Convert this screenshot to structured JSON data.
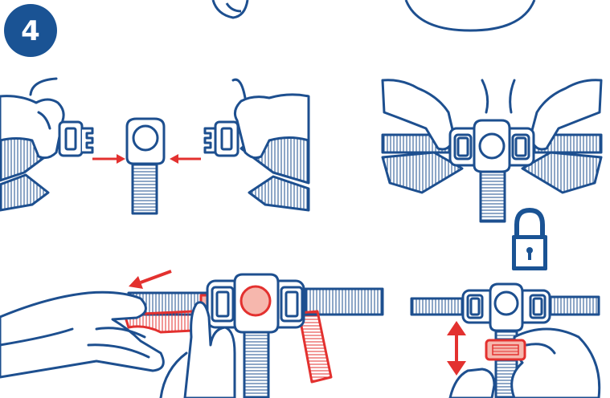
{
  "step": {
    "number": "4"
  },
  "colors": {
    "ink": "#1d4f8f",
    "badge": "#1a5394",
    "accent": "#e3312f",
    "accent_fill": "#f6b7ad",
    "background": "#ffffff"
  },
  "icons": {
    "lock": "padlock-icon",
    "arrow_left": "red-arrow-left-icon",
    "arrow_right": "red-arrow-right-icon",
    "double_arrow": "red-vertical-double-arrow-icon"
  },
  "panels": [
    {
      "name": "insert-buckle-tongues"
    },
    {
      "name": "buckle-closed"
    },
    {
      "name": "tighten-strap"
    },
    {
      "name": "adjust-slider-locked"
    }
  ]
}
